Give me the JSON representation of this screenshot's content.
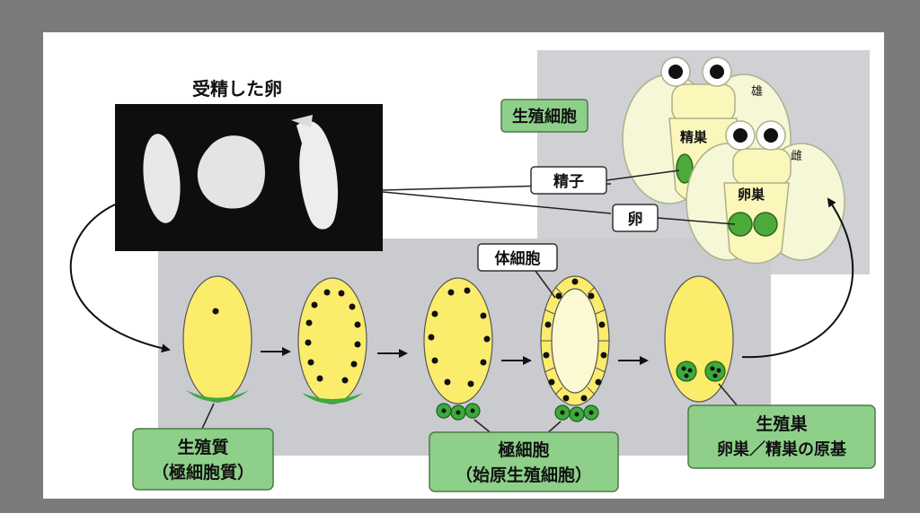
{
  "photo_title": "受精した卵",
  "labels": {
    "germ_cells": "生殖細胞",
    "sperm": "精子",
    "egg": "卵",
    "somatic_cells": "体細胞",
    "testis": "精巣",
    "ovary": "卵巣",
    "male": "雄",
    "female": "雌"
  },
  "boxes": {
    "germ_plasm_line1": "生殖質",
    "germ_plasm_line2": "（極細胞質）",
    "pole_cells_line1": "極細胞",
    "pole_cells_line2": "（始原生殖細胞）",
    "gonad_line1": "生殖巣",
    "gonad_line2": "卵巣／精巣の原基"
  },
  "colors": {
    "egg_fill": "#fcec6c",
    "germ_plasm": "#3caa3c",
    "box_fill": "#8ed08a",
    "panel_gray": "#c9cbcf"
  }
}
